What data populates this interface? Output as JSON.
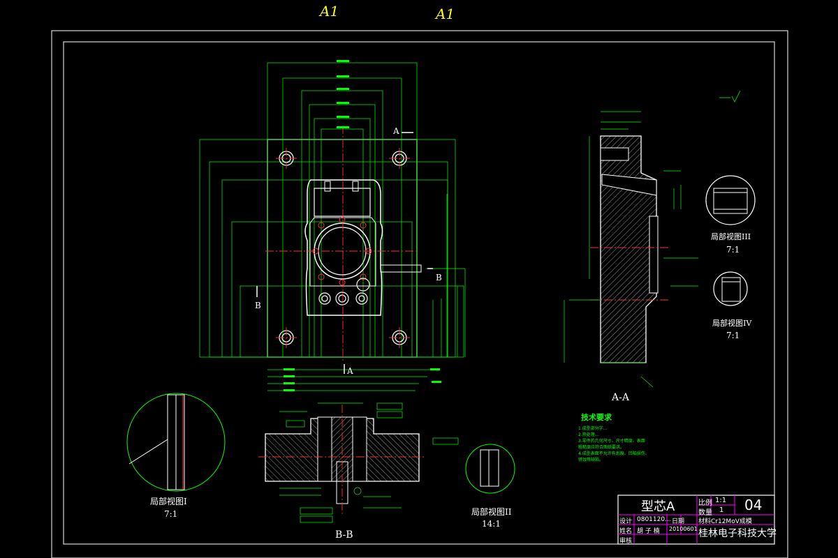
{
  "sheet_marks": [
    "A1",
    "A1"
  ],
  "main_view": {
    "section_marks": {
      "a_top": "A",
      "a_bottom": "A",
      "b_right": "B",
      "b_left": "B"
    }
  },
  "views": {
    "section_aa": "A-A",
    "section_bb": "B-B",
    "detail_1": {
      "label": "局部视图I",
      "scale": "7:1"
    },
    "detail_2": {
      "label": "局部视图II",
      "scale": "14:1"
    },
    "detail_3": {
      "label": "局部视图III",
      "scale": "7:1"
    },
    "detail_4": {
      "label": "局部视图IV",
      "scale": "7:1"
    }
  },
  "tech_requirements": {
    "title": "技术要求",
    "items": [
      "1.成型部分字...",
      "2.热处理...",
      "3.零件的几何尺寸、尺寸精度、表面",
      "  粗糙度应符合图纸要求。",
      "4.成型表面不允许有划痕、凹陷损伤、",
      "  锈蚀等缺陷。"
    ]
  },
  "title_block": {
    "part_name": "型芯A",
    "scale_label": "比例",
    "scale_value": "1:1",
    "qty_label": "数量",
    "qty_value": "1",
    "drawing_no": "04",
    "material": "材料Cr12MoV成模",
    "role_design": "设计",
    "id": "0801120...",
    "date_label": "日期",
    "role_name": "姓名",
    "designer": "胡 子 楠",
    "date": "20100601",
    "role_review": "审核",
    "university": "桂林电子科技大学"
  },
  "colors": {
    "background": "#000000",
    "dimension": "#00ff00",
    "outline": "#ffffff",
    "centerline": "#ff0000",
    "title_block_border": "#ff00ff",
    "sheet_mark": "#ffff00"
  }
}
